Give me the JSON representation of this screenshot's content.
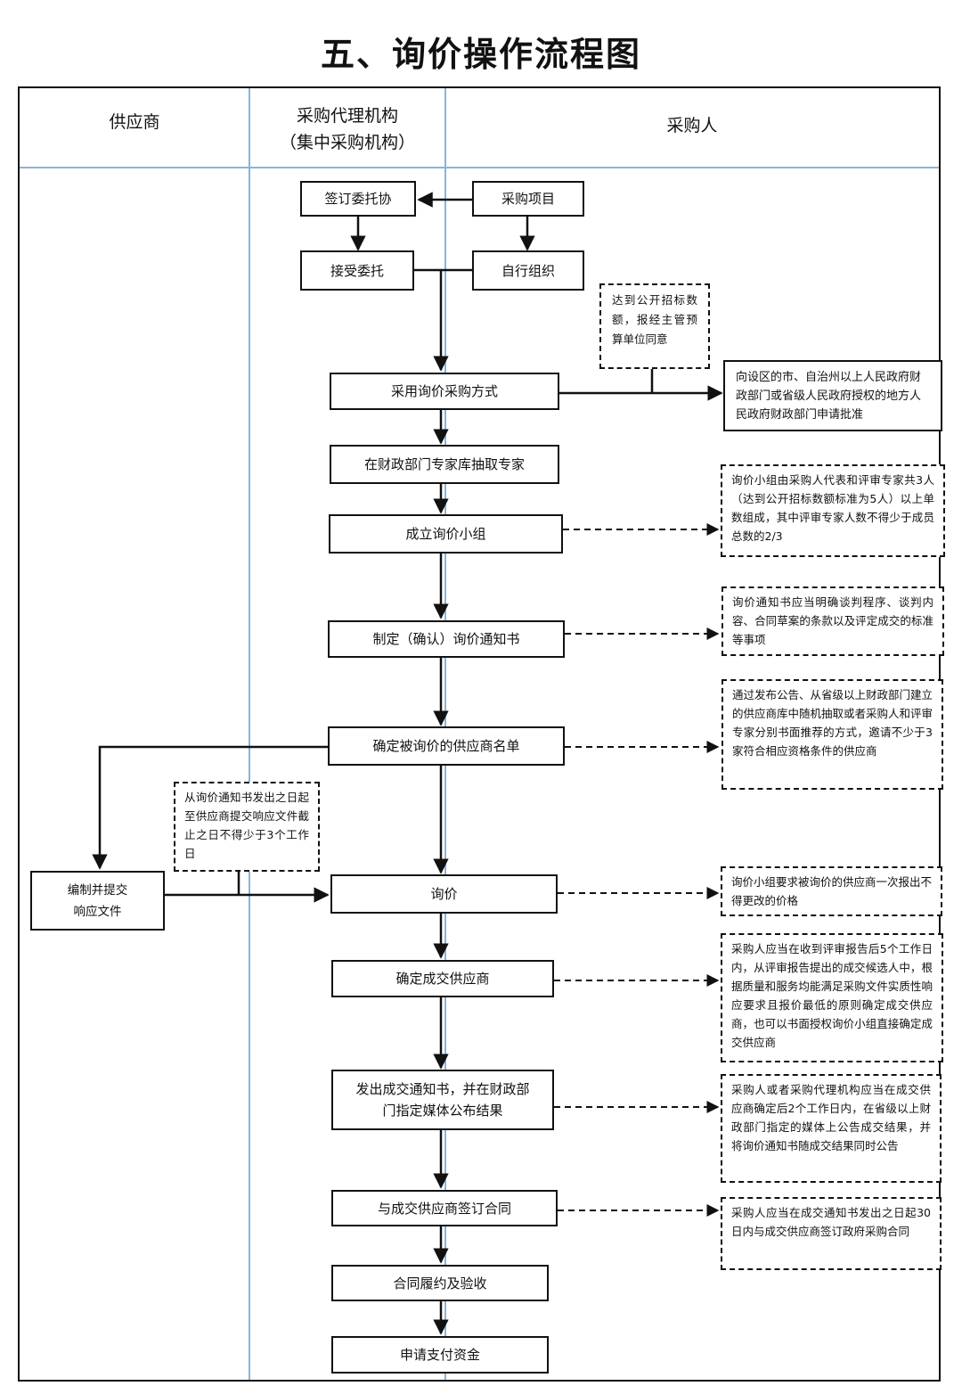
{
  "title": "五、询价操作流程图",
  "lanes": {
    "supplier": "供应商",
    "agency_line1": "采购代理机构",
    "agency_line2": "（集中采购机构）",
    "purchaser": "采购人"
  },
  "boxes": {
    "sign_entrust": "签订委托协",
    "purchase_project": "采购项目",
    "accept_entrust": "接受委托",
    "self_organize": "自行组织",
    "adopt_inquiry": "采用询价采购方式",
    "draw_experts": "在财政部门专家库抽取专家",
    "form_group": "成立询价小组",
    "make_notice": "制定（确认）询价通知书",
    "confirm_list": "确定被询价的供应商名单",
    "inquiry": "询价",
    "confirm_supplier": "确定成交供应商",
    "issue_notice_line1": "发出成交通知书，并在财政部",
    "issue_notice_line2": "门指定媒体公布结果",
    "sign_contract": "与成交供应商签订合同",
    "perform_accept": "合同履约及验收",
    "apply_payment": "申请支付资金",
    "prepare_docs_line1": "编制并提交",
    "prepare_docs_line2": "响应文件",
    "apply_approval": "向设区的市、自治州以上人民政府财政部门或省级人民政府授权的地方人民政府财政部门申请批准"
  },
  "notes": {
    "threshold": "达到公开招标数额，报经主管预算单位同意",
    "group_composition": "询价小组由采购人代表和评审专家共3人（达到公开招标数额标准为5人）以上单数组成，其中评审专家人数不得少于成员总数的2/3",
    "notice_content": "询价通知书应当明确谈判程序、谈判内容、合同草案的条款以及评定成交的标准等事项",
    "supplier_selection": "通过发布公告、从省级以上财政部门建立的供应商库中随机抽取或者采购人和评审专家分别书面推荐的方式，邀请不少于3家符合相应资格条件的供应商",
    "response_period": "从询价通知书发出之日起至供应商提交响应文件截止之日不得少于3个工作日",
    "one_time_quote": "询价小组要求被询价的供应商一次报出不得更改的价格",
    "confirm_rule": "采购人应当在收到评审报告后5个工作日内，从评审报告提出的成交候选人中，根据质量和服务均能满足采购文件实质性响应要求且报价最低的原则确定成交供应商，也可以书面授权询价小组直接确定成交供应商",
    "announce_rule": "采购人或者采购代理机构应当在成交供应商确定后2个工作日内，在省级以上财政部门指定的媒体上公告成交结果，并将询价通知书随成交结果同时公告",
    "contract_rule": "采购人应当在成交通知书发出之日起30日内与成交供应商签订政府采购合同"
  },
  "colors": {
    "lane_divider": "#8fb3cf",
    "line": "#111111"
  }
}
